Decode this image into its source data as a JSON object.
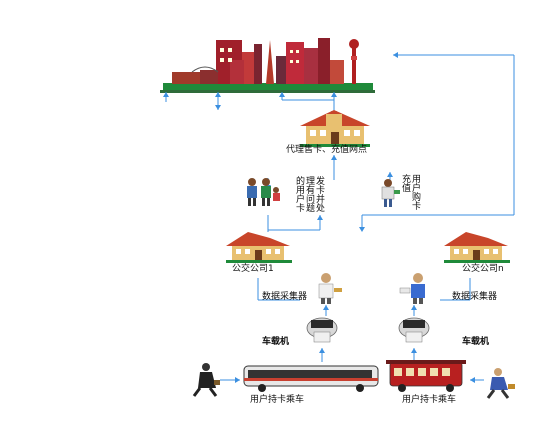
{
  "labels": {
    "agency_outlet": "代理售卡、充值网点",
    "issue_card_note": "发卡并处理有问题的用户卡",
    "user_buy_card": "用户购卡充值",
    "company_1": "公交公司1",
    "company_n": "公交公司n",
    "collector_1": "数据采集器",
    "collector_n": "数据采集器",
    "vehicle_unit_1": "车载机",
    "vehicle_unit_n": "车载机",
    "rider_1": "用户持卡乘车",
    "rider_n": "用户持卡乘车"
  },
  "colors": {
    "line_blue": "#3b8fe0",
    "house_roof": "#c8452a",
    "house_wall": "#e8c070",
    "ground_green": "#1f8a3a"
  },
  "icons": [
    "city-skyline-icon",
    "office-building-icon",
    "family-icon",
    "card-buyer-icon",
    "clerk-icon",
    "card-reader-icon",
    "bus-icon",
    "tram-icon",
    "walking-passenger-icon"
  ]
}
